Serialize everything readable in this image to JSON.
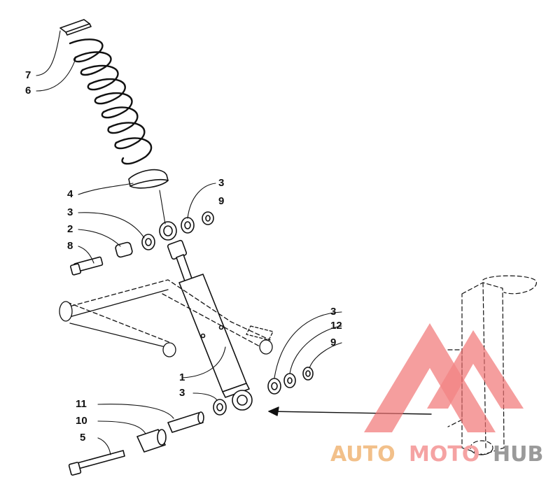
{
  "callouts": [
    {
      "id": "7",
      "text": "7"
    },
    {
      "id": "6",
      "text": "6"
    },
    {
      "id": "4",
      "text": "4"
    },
    {
      "id": "3a",
      "text": "3"
    },
    {
      "id": "2",
      "text": "2"
    },
    {
      "id": "8",
      "text": "8"
    },
    {
      "id": "3b",
      "text": "3"
    },
    {
      "id": "9a",
      "text": "9"
    },
    {
      "id": "3c",
      "text": "3"
    },
    {
      "id": "12",
      "text": "12"
    },
    {
      "id": "9b",
      "text": "9"
    },
    {
      "id": "1",
      "text": "1"
    },
    {
      "id": "3d",
      "text": "3"
    },
    {
      "id": "11",
      "text": "11"
    },
    {
      "id": "10",
      "text": "10"
    },
    {
      "id": "5",
      "text": "5"
    }
  ],
  "watermark": {
    "part1": "AUTO",
    "part2": "MOTO",
    "part3": "HUB",
    "color_primary": "#f2c08a",
    "color_secondary": "#f5a3a3",
    "color_tertiary": "#9a9a9a",
    "logo_color": "#f07070"
  }
}
